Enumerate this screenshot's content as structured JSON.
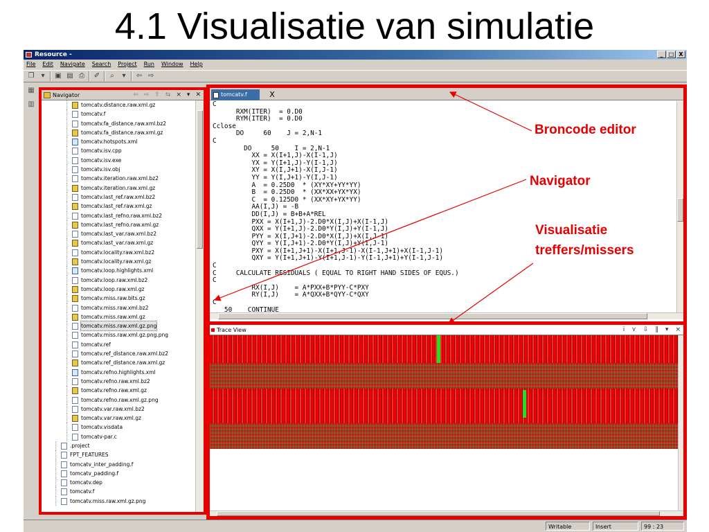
{
  "slide": {
    "title": "4.1 Visualisatie van simulatie"
  },
  "window": {
    "title": "Resource -",
    "controls": [
      "_",
      "□",
      "X"
    ]
  },
  "menu": [
    "File",
    "Edit",
    "Navigate",
    "Search",
    "Project",
    "Run",
    "Window",
    "Help"
  ],
  "navigator": {
    "title": "Navigator",
    "items": [
      {
        "label": "tomcatv.distance.raw.xml.gz",
        "icon": "gz-archive-icon",
        "indent": 1
      },
      {
        "label": "tomcatv.f",
        "icon": "text-file-icon",
        "indent": 1
      },
      {
        "label": "tomcatv.fa_distance.raw.xml.bz2",
        "icon": "text-file-icon",
        "indent": 1
      },
      {
        "label": "tomcatv.fa_distance.raw.xml.gz",
        "icon": "gz-archive-icon",
        "indent": 1
      },
      {
        "label": "tomcatv.hotspots.xml",
        "icon": "xml-file-icon",
        "indent": 1
      },
      {
        "label": "tomcatv.isv.cpp",
        "icon": "text-file-icon",
        "indent": 1
      },
      {
        "label": "tomcatv.isv.exe",
        "icon": "text-file-icon",
        "indent": 1
      },
      {
        "label": "tomcatv.isv.obj",
        "icon": "text-file-icon",
        "indent": 1
      },
      {
        "label": "tomcatv.iteration.raw.xml.bz2",
        "icon": "text-file-icon",
        "indent": 1
      },
      {
        "label": "tomcatv.iteration.raw.xml.gz",
        "icon": "gz-archive-icon",
        "indent": 1
      },
      {
        "label": "tomcatv.last_ref.raw.xml.bz2",
        "icon": "text-file-icon",
        "indent": 1
      },
      {
        "label": "tomcatv.last_ref.raw.xml.gz",
        "icon": "gz-archive-icon",
        "indent": 1
      },
      {
        "label": "tomcatv.last_refno.raw.xml.bz2",
        "icon": "text-file-icon",
        "indent": 1
      },
      {
        "label": "tomcatv.last_refno.raw.xml.gz",
        "icon": "gz-archive-icon",
        "indent": 1
      },
      {
        "label": "tomcatv.last_var.raw.xml.bz2",
        "icon": "text-file-icon",
        "indent": 1
      },
      {
        "label": "tomcatv.last_var.raw.xml.gz",
        "icon": "gz-archive-icon",
        "indent": 1
      },
      {
        "label": "tomcatv.locality.raw.xml.bz2",
        "icon": "text-file-icon",
        "indent": 1
      },
      {
        "label": "tomcatv.locality.raw.xml.gz",
        "icon": "gz-archive-icon",
        "indent": 1
      },
      {
        "label": "tomcatv.loop.highlights.xml",
        "icon": "xml-file-icon",
        "indent": 1
      },
      {
        "label": "tomcatv.loop.raw.xml.bz2",
        "icon": "text-file-icon",
        "indent": 1
      },
      {
        "label": "tomcatv.loop.raw.xml.gz",
        "icon": "gz-archive-icon",
        "indent": 1
      },
      {
        "label": "tomcatv.miss.raw.bits.gz",
        "icon": "gz-archive-icon",
        "indent": 1
      },
      {
        "label": "tomcatv.miss.raw.xml.bz2",
        "icon": "text-file-icon",
        "indent": 1
      },
      {
        "label": "tomcatv.miss.raw.xml.gz",
        "icon": "gz-archive-icon",
        "indent": 1
      },
      {
        "label": "tomcatv.miss.raw.xml.gz.png",
        "icon": "text-file-icon",
        "indent": 1,
        "selected": true
      },
      {
        "label": "tomcatv.miss.raw.xml.gz.png.png",
        "icon": "text-file-icon",
        "indent": 1
      },
      {
        "label": "tomcatv.ref",
        "icon": "text-file-icon",
        "indent": 1
      },
      {
        "label": "tomcatv.ref_distance.raw.xml.bz2",
        "icon": "text-file-icon",
        "indent": 1
      },
      {
        "label": "tomcatv.ref_distance.raw.xml.gz",
        "icon": "gz-archive-icon",
        "indent": 1
      },
      {
        "label": "tomcatv.refno.highlights.xml",
        "icon": "xml-file-icon",
        "indent": 1
      },
      {
        "label": "tomcatv.refno.raw.xml.bz2",
        "icon": "text-file-icon",
        "indent": 1
      },
      {
        "label": "tomcatv.refno.raw.xml.gz",
        "icon": "gz-archive-icon",
        "indent": 1
      },
      {
        "label": "tomcatv.refno.raw.xml.gz.png",
        "icon": "text-file-icon",
        "indent": 1
      },
      {
        "label": "tomcatv.var.raw.xml.bz2",
        "icon": "text-file-icon",
        "indent": 1
      },
      {
        "label": "tomcatv.var.raw.xml.gz",
        "icon": "gz-archive-icon",
        "indent": 1
      },
      {
        "label": "tomcatv.visdata",
        "icon": "text-file-icon",
        "indent": 1
      },
      {
        "label": "tomcatv-par.c",
        "icon": "text-file-icon",
        "indent": 1
      },
      {
        "label": ".project",
        "icon": "text-file-icon",
        "indent": 0
      },
      {
        "label": "FPT_FEATURES",
        "icon": "text-file-icon",
        "indent": 0
      },
      {
        "label": "tomcatv_inter_padding.f",
        "icon": "text-file-icon",
        "indent": 0
      },
      {
        "label": "tomcatv_padding.f",
        "icon": "text-file-icon",
        "indent": 0
      },
      {
        "label": "tomcatv.dep",
        "icon": "text-file-icon",
        "indent": 0
      },
      {
        "label": "tomcatv.f",
        "icon": "text-file-icon",
        "indent": 0
      },
      {
        "label": "tomcatv.miss.raw.xml.gz.png",
        "icon": "text-file-icon",
        "indent": 0
      }
    ]
  },
  "editor": {
    "tab_label": "tomcatv.f",
    "close_glyph": "X",
    "lines": [
      "C",
      "      RXM(ITER)  = 0.D0",
      "      RYM(ITER)  = 0.D0",
      "Cclose",
      "      DO     60    J = 2,N-1",
      "C",
      "        DO     50    I = 2,N-1",
      "          XX = X(I+1,J)-X(I-1,J)",
      "          YX = Y(I+1,J)-Y(I-1,J)",
      "          XY = X(I,J+1)-X(I,J-1)",
      "          YY = Y(I,J+1)-Y(I,J-1)",
      "          A  = 0.25D0  * (XY*XY+YY*YY)",
      "          B  = 0.25D0  * (XX*XX+YX*YX)",
      "          C  = 0.125D0 * (XX*XY+YX*YY)",
      "          AA(I,J) = -B",
      "          DD(I,J) = B+B+A*REL",
      "          PXX = X(I+1,J)-2.D0*X(I,J)+X(I-1,J)",
      "          QXX = Y(I+1,J)-2.D0*Y(I,J)+Y(I-1,J)",
      "          PYY = X(I,J+1)-2.D0*X(I,J)+X(I,J-1)",
      "          QYY = Y(I,J+1)-2.D0*Y(I,J)+Y(I,J-1)",
      "          PXY = X(I+1,J+1)-X(I+1,J-1)-X(I-1,J+1)+X(I-1,J-1)",
      "          QXY = Y(I+1,J+1)-Y(I+1,J-1)-Y(I-1,J+1)+Y(I-1,J-1)",
      "C",
      "C     CALCULATE RESIDUALS ( EQUAL TO RIGHT HAND SIDES OF EQUS.)",
      "C",
      "          RX(I,J)    = A*PXX+B*PYY-C*PXY",
      "          RY(I,J)    = A*QXX+B*QYY-C*QXY",
      "C",
      "   50    CONTINUE"
    ]
  },
  "trace": {
    "title": "Trace View",
    "tools": [
      "i",
      "⋎",
      "⇩",
      "‖",
      "▾",
      "×"
    ],
    "colors": {
      "hit": "#f00000",
      "miss_band": "#c01818",
      "highlight": "#20e020"
    }
  },
  "status": {
    "mode": "Writable",
    "insert": "Insert",
    "position": "99 : 23"
  },
  "annotations": {
    "editor": "Broncode editor",
    "navigator": "Navigator",
    "visual_line1": "Visualisatie",
    "visual_line2": "treffers/missers",
    "color": "#e60000"
  }
}
